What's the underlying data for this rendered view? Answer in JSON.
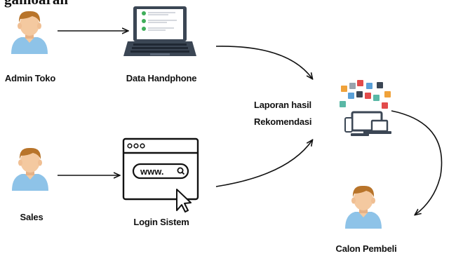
{
  "clipped_heading": "gamoaran",
  "nodes": {
    "admin": {
      "label": "Admin Toko"
    },
    "data_hp": {
      "label": "Data Handphone"
    },
    "sales": {
      "label": "Sales"
    },
    "login": {
      "label": "Login Sistem",
      "url_text": "www."
    },
    "report": {
      "label_line1": "Laporan hasil",
      "label_line2": "Rekomendasi"
    },
    "buyer": {
      "label": "Calon Pembeli"
    }
  },
  "colors": {
    "person_shirt": "#8ec3e8",
    "person_skin": "#f4c9a0",
    "person_hair": "#b8742a",
    "laptop_body": "#3b4654",
    "check_green": "#3fae5a",
    "line": "#111111"
  },
  "icons": [
    "person-icon",
    "laptop-icon",
    "browser-window-icon",
    "cursor-icon",
    "multimedia-devices-icon"
  ]
}
